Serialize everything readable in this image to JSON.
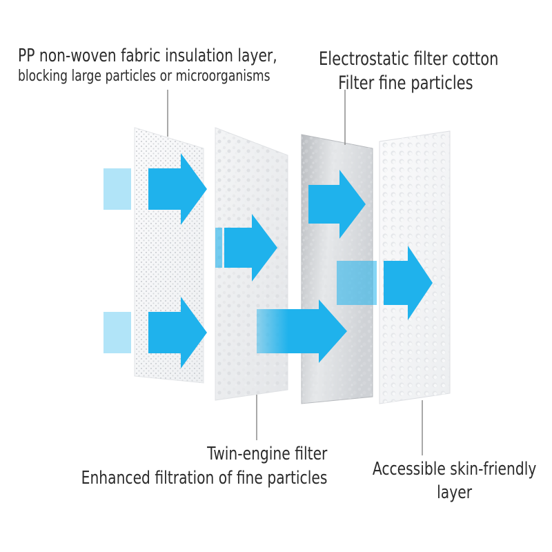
{
  "diagram": {
    "arrow_color": "#1fb2ec",
    "layers": [
      {
        "id": "pp-layer",
        "texture": "fine-dot-mesh"
      },
      {
        "id": "twin-engine-layer",
        "texture": "fluffy-fiber"
      },
      {
        "id": "electrostatic-layer",
        "texture": "grey-fiber"
      },
      {
        "id": "skin-layer",
        "texture": "embossed-dots"
      }
    ],
    "labels": {
      "pp": {
        "line1": "PP non-woven fabric insulation layer,",
        "line2": "blocking large particles or microorganisms"
      },
      "electrostatic": {
        "line1": "Electrostatic filter cotton",
        "line2": "Filter fine particles"
      },
      "twin_engine": {
        "line1": "Twin-engine filter",
        "line2": "Enhanced filtration of fine particles"
      },
      "skin": {
        "line1": "Accessible skin-friendly",
        "line2": "layer"
      }
    }
  }
}
